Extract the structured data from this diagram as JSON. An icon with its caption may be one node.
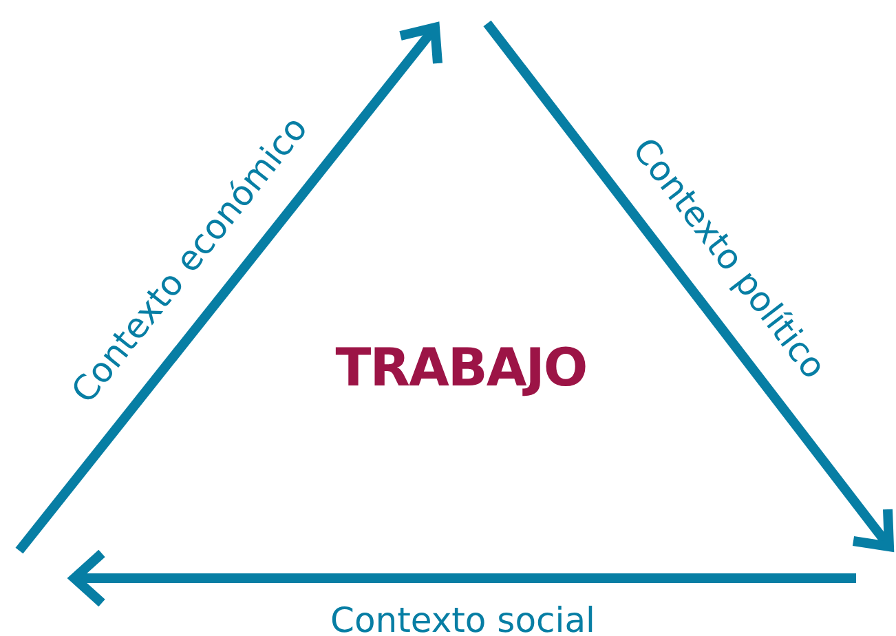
{
  "diagram": {
    "title": "TRABAJO",
    "labels": [
      "Contexto económico",
      "Contexto político",
      "Contexto social"
    ]
  }
}
